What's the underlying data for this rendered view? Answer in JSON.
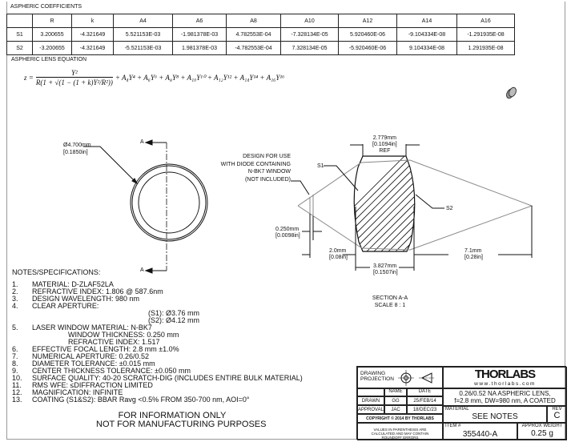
{
  "coefficients": {
    "title": "ASPHERIC COEFFICIENTS",
    "headers": [
      "",
      "R",
      "k",
      "A4",
      "A6",
      "A8",
      "A10",
      "A12",
      "A14",
      "A16"
    ],
    "rows": [
      [
        "S1",
        "3.200655",
        "-4.321649",
        "5.521153E-03",
        "-1.981378E-03",
        "4.782553E-04",
        "-7.328134E-05",
        "5.920460E-06",
        "-9.104334E-08",
        "-1.291935E-08"
      ],
      [
        "S2",
        "-3.200655",
        "-4.321649",
        "-5.521153E-03",
        "1.981378E-03",
        "-4.782553E-04",
        "7.328134E-05",
        "-5.920460E-06",
        "9.104334E-08",
        "1.291935E-08"
      ]
    ]
  },
  "equation": {
    "title": "ASPHERIC LENS EQUATION",
    "lhs": "z =",
    "numerator": "Y²",
    "denominator": "R(1 + √(1 − (1 + k)Y²/R²))",
    "terms": "+ A₄Y⁴ + A₆Y⁶ + A₈Y⁸ + A₁₀Y¹⁰ + A₁₂Y¹² + A₁₄Y¹⁴ + A₁₆Y¹⁶"
  },
  "front_view": {
    "diameter_mm": "Ø4.700mm",
    "diameter_in": "[0.1850in]",
    "section_label_top": "A",
    "section_label_bottom": "A"
  },
  "section_view": {
    "top_dim_mm": "2.779mm",
    "top_dim_in": "[0.1094in]",
    "top_dim_ref": "REF",
    "s1": "S1",
    "s2": "S2",
    "window_note": [
      "DESIGN FOR USE",
      "WITH DIODE CONTAINING",
      "N-BK7 WINDOW",
      "(NOT INCLUDED)"
    ],
    "window_thk_mm": "0.250mm",
    "window_thk_in": "[0.0098in]",
    "wd_mm": "2.0mm",
    "wd_in": "[0.08in]",
    "ct_mm": "3.827mm",
    "ct_in": "[0.1507in]",
    "bfl_mm": "7.1mm",
    "bfl_in": "[0.28in]",
    "title": "SECTION A-A",
    "scale": "SCALE 8 : 1"
  },
  "notes": {
    "title": "NOTES/SPECIFICATIONS:",
    "items": [
      {
        "n": "1.",
        "text": "MATERIAL: D-ZLAF52LA"
      },
      {
        "n": "2.",
        "text": "REFRACTIVE INDEX: 1.806 @ 587.6nm"
      },
      {
        "n": "3.",
        "text": "DESIGN WAVELENGTH: 980 nm"
      },
      {
        "n": "4.",
        "text": "CLEAR APERTURE:"
      },
      {
        "n": "",
        "text": "(S1): Ø3.76 mm",
        "indent": 2
      },
      {
        "n": "",
        "text": "(S2): Ø4.12 mm",
        "indent": 2
      },
      {
        "n": "5.",
        "text": "LASER WINDOW MATERIAL: N-BK7"
      },
      {
        "n": "",
        "text": "WINDOW THICKNESS: 0.250 mm",
        "indent": 1
      },
      {
        "n": "",
        "text": "REFRACTIVE INDEX: 1.517",
        "indent": 1
      },
      {
        "n": "6.",
        "text": "EFFECTIVE FOCAL LENGTH: 2.8 mm ±1.0%"
      },
      {
        "n": "7.",
        "text": "NUMERICAL APERTURE: 0.26/0.52"
      },
      {
        "n": "8.",
        "text": "DIAMETER TOLERANCE: ±0.015 mm"
      },
      {
        "n": "9.",
        "text": "CENTER THICKNESS TOLERANCE: ±0.050 mm"
      },
      {
        "n": "10.",
        "text": "SURFACE QUALITY: 40-20 SCRATCH-DIG (INCLUDES ENTIRE BULK MATERIAL)"
      },
      {
        "n": "11.",
        "text": "RMS WFE: ≤DIFFRACTION LIMITED"
      },
      {
        "n": "12.",
        "text": "MAGNIFICATION: INFINITE"
      },
      {
        "n": "13.",
        "text": "COATING (S1&S2): BBAR Ravg <0.5% FROM 350-700 nm, AOI=0°"
      }
    ],
    "disclaimer1": "FOR INFORMATION ONLY",
    "disclaimer2": "NOT FOR MANUFACTURING PURPOSES"
  },
  "title_block": {
    "projection": "DRAWING PROJECTION",
    "name_h": "NAME",
    "date_h": "DATE",
    "drawn": "DRAWN",
    "drawn_name": "GG",
    "drawn_date": "25/FEB/14",
    "approval": "APPROVAL",
    "approval_name": "JAC",
    "approval_date": "18/DEC/23",
    "copyright": "COPYRIGHT © 2014 BY THORLABS",
    "values_note": "VALUES IN PARENTHESIS ARE CALCULATED AND MAY CONTAIN ROUNDOFF ERRORS",
    "logo": "THORLABS",
    "website": "www.thorlabs.com",
    "desc1": "0.26/0.52 NA ASPHERIC LENS,",
    "desc2": "f=2.8 mm, DW=980 nm, A COATED",
    "material_l": "MATERIAL",
    "material": "SEE NOTES",
    "rev_l": "REV",
    "rev": "C",
    "item_l": "ITEM #",
    "item": "355440-A",
    "weight_l": "APPROX WEIGHT",
    "weight": "0.25 g"
  }
}
